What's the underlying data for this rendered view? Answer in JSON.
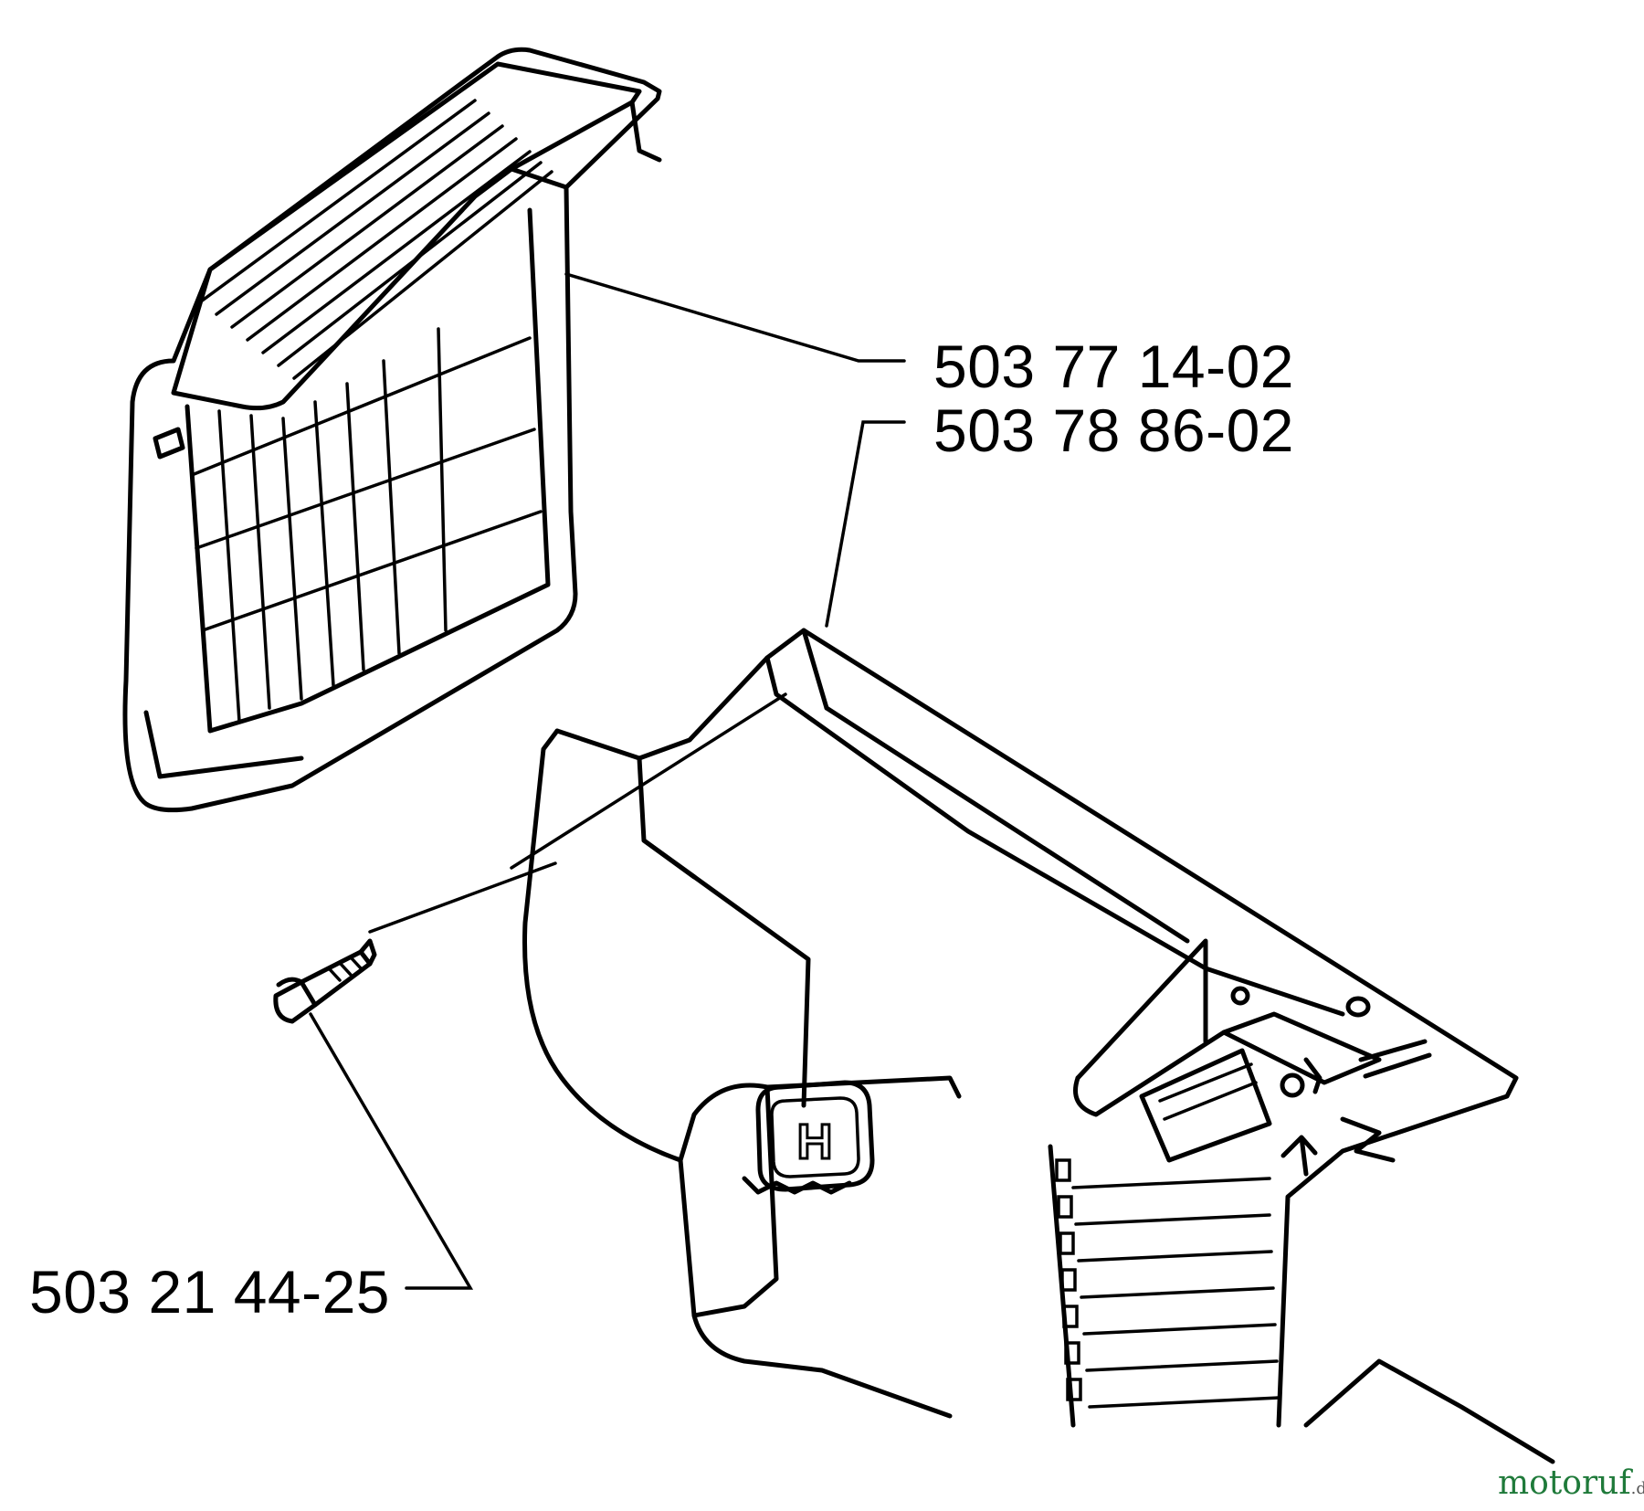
{
  "parts": [
    {
      "part_number": "503 77 14-02"
    },
    {
      "part_number": "503 78 86-02"
    },
    {
      "part_number": "503 21 44-25"
    }
  ],
  "watermark": {
    "brand": "motoruf",
    "suffix": ".de",
    "colors": [
      "#1f7a3a",
      "#e0392b",
      "#f0a81c",
      "#2a6ebd"
    ]
  },
  "logo_letter": "H"
}
